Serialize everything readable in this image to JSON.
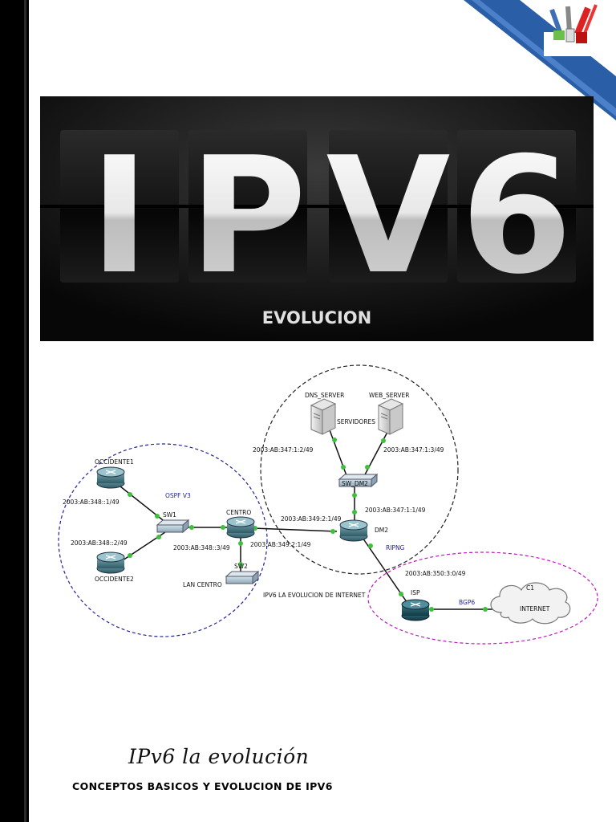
{
  "banner": {
    "letters": [
      "I",
      "P",
      "V",
      "6"
    ],
    "caption": "EVOLUCION"
  },
  "diagram": {
    "labels": {
      "dns_server": "DNS_SERVER",
      "web_server": "WEB_SERVER",
      "servidores": "SERVIDORES",
      "addr_dns": "2003:AB:347:1:2/49",
      "addr_web": "2003:AB:347:1:3/49",
      "sw_dm2": "SW_DM2",
      "addr_dm2": "2003:AB:347:1:1/49",
      "occidente1": "OCCIDENTE1",
      "addr_occ1": "2003:AB:348::1/49",
      "ospf": "OSPF V3",
      "sw1": "SW1",
      "centro": "CENTRO",
      "addr_centro_dm2": "2003:AB:349:2:1/49",
      "dm2": "DM2",
      "addr_occ2": "2003:AB:348::2/49",
      "addr_centro": "2003:AB:348::3/49",
      "addr_centro_link": "2003:AB:349:2:1/49",
      "ripng": "RIPNG",
      "occidente2": "OCCIDENTE2",
      "sw2": "SW2",
      "lan_centro": "LAN CENTRO",
      "caption": "IPV6 LA EVOLUCION DE INTERNET",
      "addr_isp": "2003:AB:350:3:0/49",
      "isp": "ISP",
      "bgp6": "BGP6",
      "c1": "C1",
      "internet": "INTERNET"
    }
  },
  "footer": {
    "title": "IPv6 la evolución",
    "subtitle": "CONCEPTOS BASICOS Y EVOLUCION DE IPV6"
  }
}
